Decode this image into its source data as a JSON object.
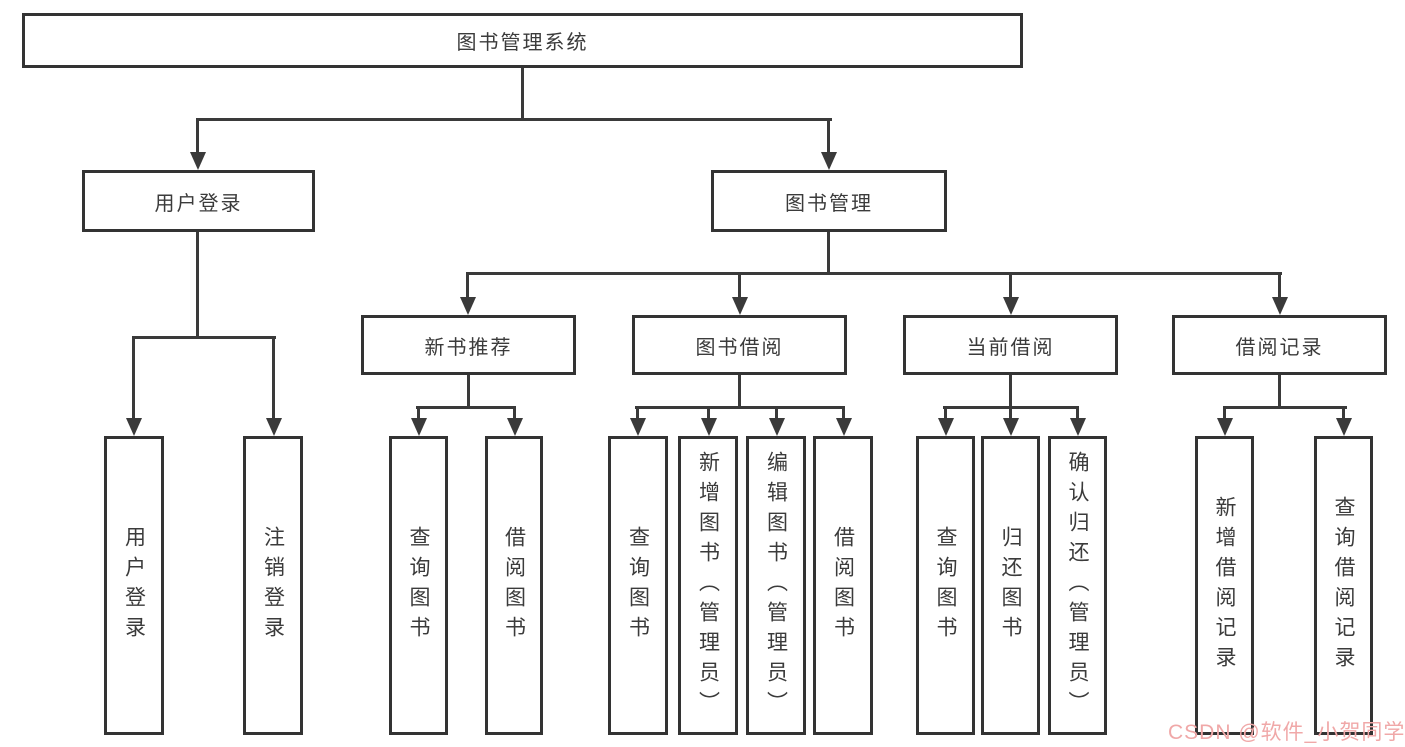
{
  "diagram": {
    "root": {
      "label": "图书管理系统"
    },
    "branches": [
      {
        "label": "用户登录",
        "children": [
          {
            "label": "用户登录"
          },
          {
            "label": "注销登录"
          }
        ]
      },
      {
        "label": "图书管理",
        "children": [
          {
            "label": "新书推荐",
            "children": [
              {
                "label": "查询图书"
              },
              {
                "label": "借阅图书"
              }
            ]
          },
          {
            "label": "图书借阅",
            "children": [
              {
                "label": "查询图书"
              },
              {
                "label": "新增图书（管理员）"
              },
              {
                "label": "编辑图书（管理员）"
              },
              {
                "label": "借阅图书"
              }
            ]
          },
          {
            "label": "当前借阅",
            "children": [
              {
                "label": "查询图书"
              },
              {
                "label": "归还图书"
              },
              {
                "label": "确认归还（管理员）"
              }
            ]
          },
          {
            "label": "借阅记录",
            "children": [
              {
                "label": "新增借阅记录"
              },
              {
                "label": "查询借阅记录"
              }
            ]
          }
        ]
      }
    ]
  },
  "watermark": {
    "text": "CSDN @软件_小贺同学"
  },
  "colors": {
    "border": "#333333",
    "line": "#3a3a3a",
    "text": "#3b3b3b",
    "background": "#ffffff",
    "watermark": "#f0a8a8"
  }
}
